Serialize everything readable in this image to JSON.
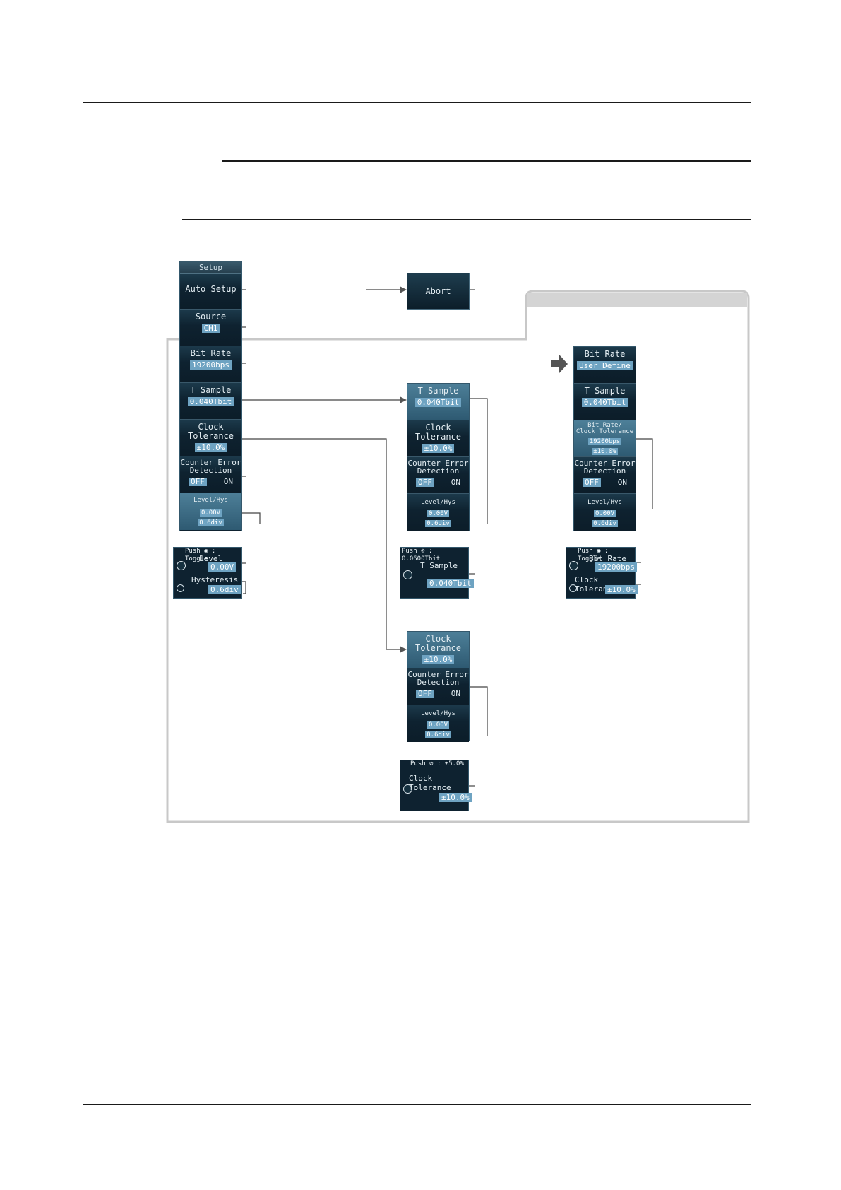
{
  "menus": {
    "setup": {
      "header": "Setup",
      "auto_setup": "Auto Setup",
      "source_label": "Source",
      "source_value": "CH1",
      "bit_rate_label": "Bit Rate",
      "bit_rate_value": "19200bps",
      "t_sample_label": "T Sample",
      "t_sample_value": "0.040Tbit",
      "clock_tolerance_label": "Clock Tolerance",
      "clock_tolerance_value": "±10.0%",
      "counter_error_line1": "Counter Error",
      "counter_error_line2": "Detection",
      "off_label": "OFF",
      "on_label": "ON",
      "level_hys_label": "Level/Hys",
      "level_value": "0.00V",
      "hys_value": "0.6div"
    },
    "abort": {
      "label": "Abort"
    },
    "tsample_menu": {
      "t_sample_label": "T Sample",
      "t_sample_value": "0.040Tbit",
      "clock_tolerance_label": "Clock Tolerance",
      "clock_tolerance_value": "±10.0%",
      "counter_error_line1": "Counter Error",
      "counter_error_line2": "Detection",
      "off_label": "OFF",
      "on_label": "ON",
      "level_hys_label": "Level/Hys",
      "level_value": "0.00V",
      "hys_value": "0.6div"
    },
    "clock_menu": {
      "clock_tolerance_label": "Clock Tolerance",
      "clock_tolerance_value": "±10.0%",
      "counter_error_line1": "Counter Error",
      "counter_error_line2": "Detection",
      "off_label": "OFF",
      "on_label": "ON",
      "level_hys_label": "Level/Hys",
      "level_value": "0.00V",
      "hys_value": "0.6div"
    },
    "user_define_menu": {
      "bit_rate_label": "Bit Rate",
      "bit_rate_value": "User Define",
      "t_sample_label": "T Sample",
      "t_sample_value": "0.040Tbit",
      "bitrate_clock_line1": "Bit Rate/",
      "bitrate_clock_line2": "Clock Tolerance",
      "bitrate_clock_value1": "19200bps",
      "bitrate_clock_value2": "±10.0%",
      "counter_error_line1": "Counter Error",
      "counter_error_line2": "Detection",
      "off_label": "OFF",
      "on_label": "ON",
      "level_hys_label": "Level/Hys",
      "level_value": "0.00V",
      "hys_value": "0.6div"
    }
  },
  "jog_panels": {
    "level_hys": {
      "top": "Push ◉ : Toggle",
      "level_label": "Level",
      "level_value": "0.00V",
      "hys_label": "Hysteresis",
      "hys_value": "0.6div"
    },
    "t_sample": {
      "top": "Push ⊘ : 0.0600Tbit",
      "label": "T Sample",
      "value": "0.040Tbit"
    },
    "bitrate_clock": {
      "top": "Push ◉ : Toggle",
      "bit_rate_label": "Bit Rate",
      "bit_rate_value": "19200bps",
      "clock_label": "Clock Tolerance",
      "clock_value": "±10.0%"
    },
    "clock_tolerance": {
      "top": "Push ⊘ : ±5.0%",
      "label": "Clock Tolerance",
      "value": "±10.0%"
    }
  },
  "colors": {
    "panel_bg": "#0e2230",
    "selected_bg": "#3e6f88",
    "value_bg": "#6ea3c2",
    "frame_gray": "#c8c8c8",
    "line_gray": "#666666"
  }
}
